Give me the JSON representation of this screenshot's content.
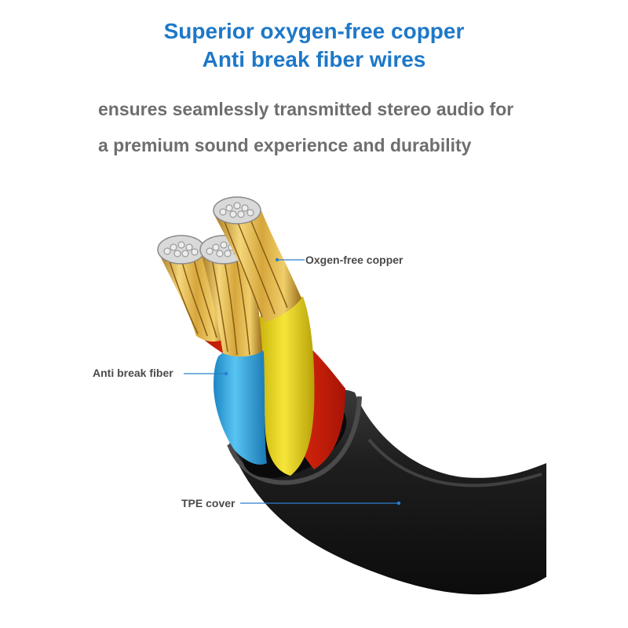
{
  "heading": {
    "line1": "Superior oxygen-free copper",
    "line2": "Anti break fiber wires",
    "color": "#1e78c8"
  },
  "description": {
    "line1": "ensures seamlessly transmitted stereo audio for",
    "line2": "a premium sound experience and durability",
    "color": "#6e6e6e"
  },
  "callouts": {
    "copper": "Oxgen-free copper",
    "fiber": "Anti break fiber",
    "cover": "TPE cover",
    "text_color": "#4a4a4a",
    "line_color": "#2a7fd0"
  },
  "colors": {
    "jacket": "#1b1b1b",
    "wire_yellow": "#f2df1a",
    "wire_blue": "#2fa6e2",
    "wire_red": "#e8210f",
    "copper": "#e8c25a"
  }
}
